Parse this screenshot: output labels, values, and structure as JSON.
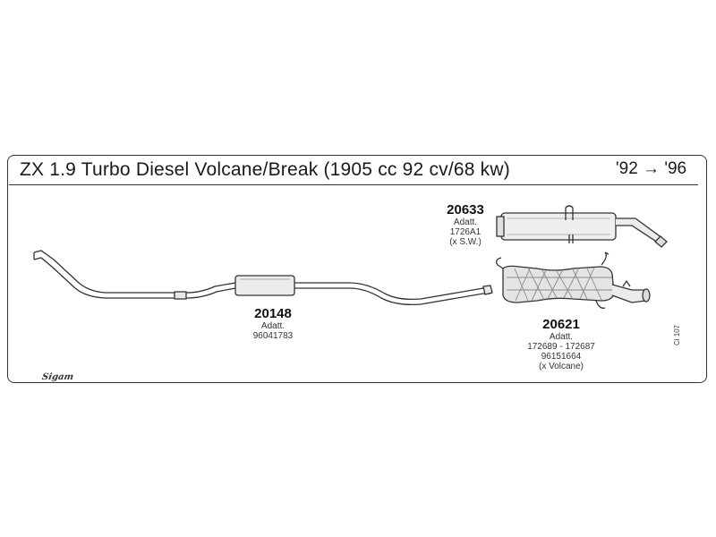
{
  "header": {
    "title": "ZX 1.9 Turbo Diesel Volcane/Break (1905 cc 92 cv/68 kw)",
    "years": "'92 → '96"
  },
  "parts": [
    {
      "code": "20148",
      "lines": [
        "Adatt.",
        "96041783"
      ]
    },
    {
      "code": "20633",
      "lines": [
        "Adatt.",
        "1726A1",
        "(x S.W.)"
      ]
    },
    {
      "code": "20621",
      "lines": [
        "Adatt.",
        "172689 - 172687",
        "96151664",
        "(x Volcane)"
      ]
    }
  ],
  "footer": {
    "brand": "Sigam",
    "reference": "Ci 107"
  }
}
